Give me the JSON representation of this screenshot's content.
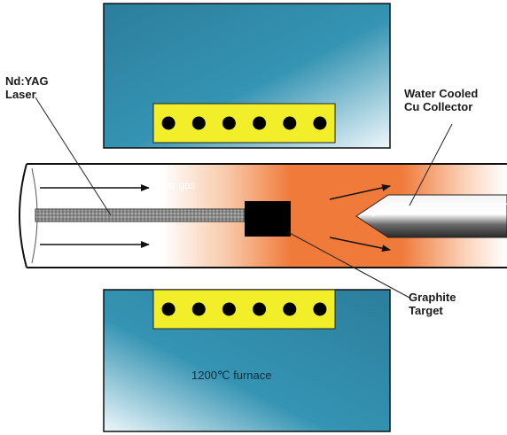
{
  "labels": {
    "laser_line1": "Nd:YAG",
    "laser_line2": "Laser",
    "collector_line1": "Water Cooled",
    "collector_line2": "Cu Collector",
    "gas": "Ar gas",
    "target_line1": "Graphite",
    "target_line2": "Target",
    "furnace": "1200℃ furnace"
  },
  "heater_coils": {
    "top_count": 6,
    "bottom_count": 6
  },
  "colors": {
    "furnace_blue": "#2e88a8",
    "furnace_highlight": "#eef7fb",
    "coil_panel": "#f2ee2a",
    "hot_zone": "#f07a3a",
    "tube_outline": "#1a1a1a",
    "target": "#000000",
    "collector_dark": "#3a3a3a",
    "collector_light": "#f4f4f4"
  }
}
